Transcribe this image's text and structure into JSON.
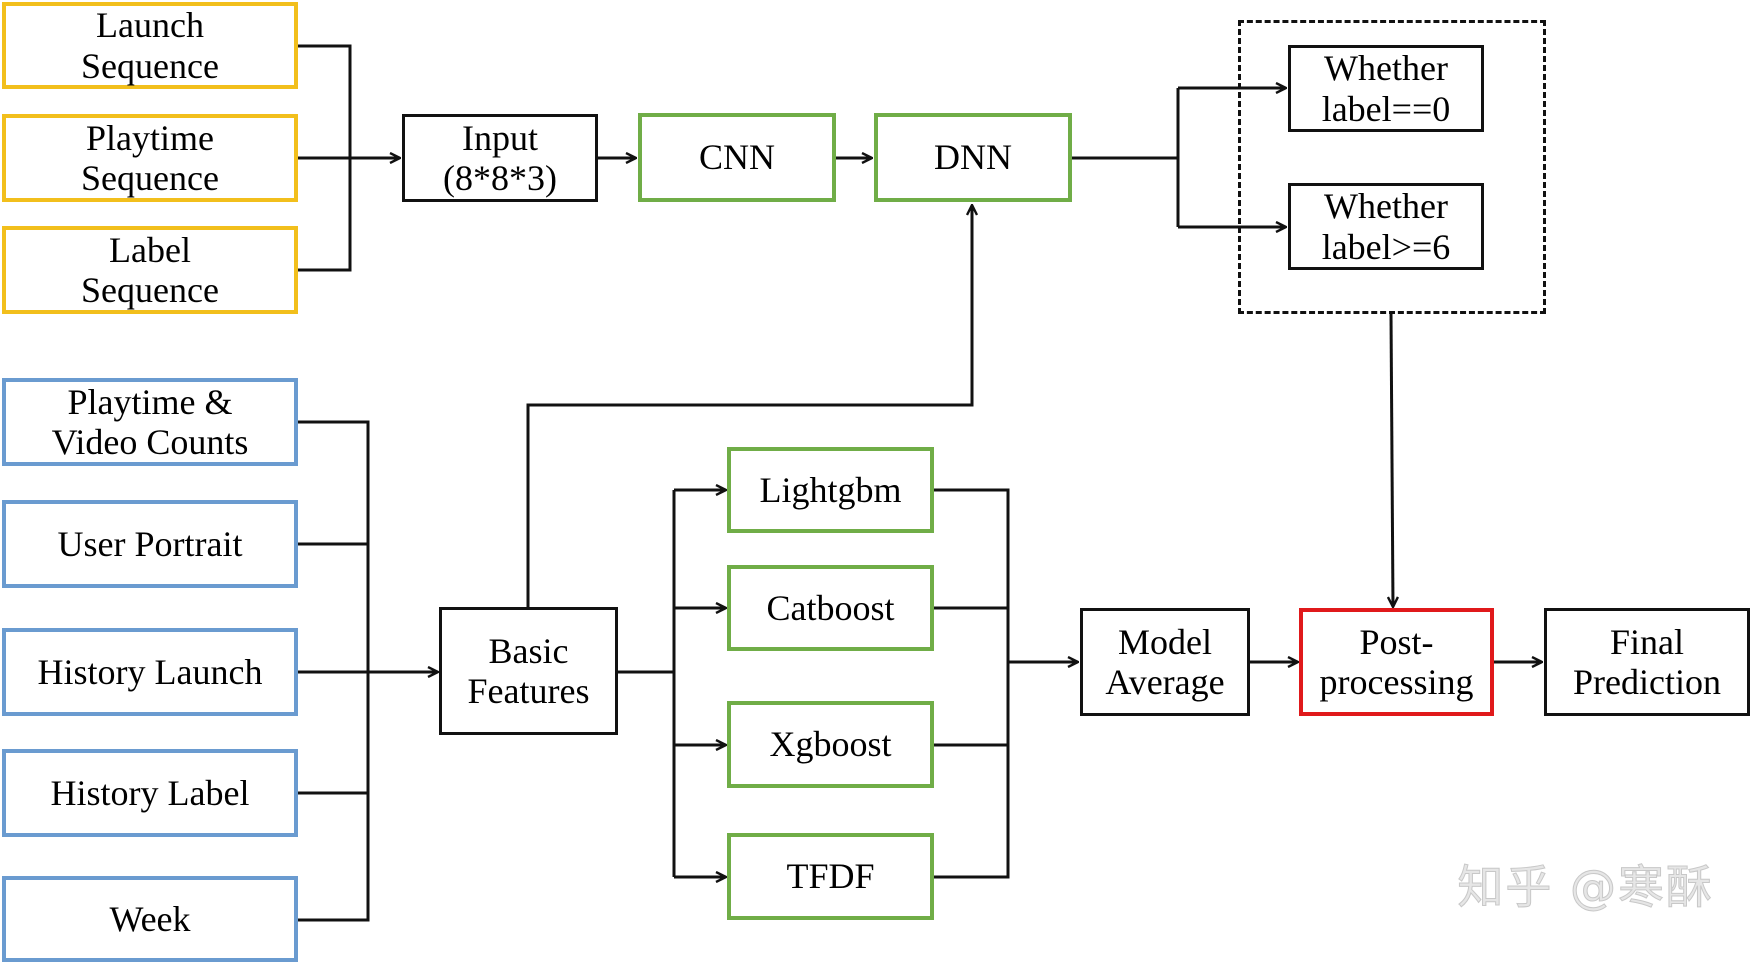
{
  "sequence_inputs": {
    "launch": "Launch\nSequence",
    "playtime": "Playtime\nSequence",
    "label": "Label\nSequence"
  },
  "basic_inputs": {
    "playtime_video": "Playtime &\nVideo Counts",
    "user_portrait": "User Portrait",
    "history_launch": "History Launch",
    "history_label": "History Label",
    "week": "Week"
  },
  "pipeline": {
    "input": "Input\n(8*8*3)",
    "cnn": "CNN",
    "dnn": "DNN",
    "whether_0": "Whether\nlabel==0",
    "whether_6": "Whether\nlabel>=6",
    "basic_features": "Basic\nFeatures",
    "lightgbm": "Lightgbm",
    "catboost": "Catboost",
    "xgboost": "Xgboost",
    "tfdf": "TFDF",
    "model_average": "Model\nAverage",
    "post_processing": "Post-\nprocessing",
    "final_prediction": "Final\nPrediction"
  },
  "watermark": "知乎 @寒酥",
  "colors": {
    "sequence_border": "#f2bf1c",
    "basic_border": "#6a9bd0",
    "model_border": "#70ad47",
    "postproc_border": "#e0191b",
    "plain_border": "#111111"
  }
}
